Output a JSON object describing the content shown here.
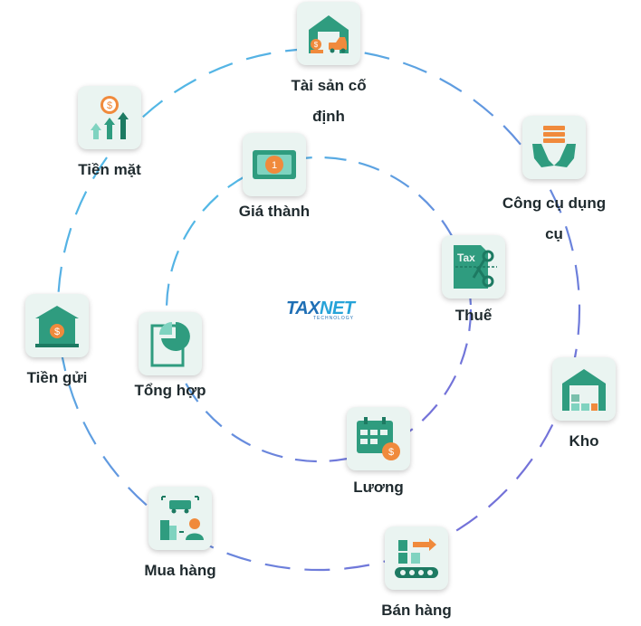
{
  "colors": {
    "teal": "#2f9c7f",
    "teal_dark": "#1d7a62",
    "orange": "#f08a3c",
    "ring_start": "#4cc6e8",
    "ring_end": "#7a63d6"
  },
  "logo": {
    "part1": "TAX",
    "part2": "NET",
    "subtitle": "TECHNOLOGY"
  },
  "outer_nodes": [
    {
      "label": "Tài sản cố",
      "label2": "định",
      "icon": "fixed-assets-icon"
    },
    {
      "label": "Công cụ dụng",
      "label2": "cụ",
      "icon": "tools-icon"
    },
    {
      "label": "Kho",
      "icon": "warehouse-icon"
    },
    {
      "label": "Bán hàng",
      "icon": "sales-icon"
    },
    {
      "label": "Mua hàng",
      "icon": "purchase-icon"
    },
    {
      "label": "Tiền gửi",
      "icon": "bank-deposit-icon"
    },
    {
      "label": "Tiền mặt",
      "icon": "cash-icon"
    }
  ],
  "inner_nodes": [
    {
      "label": "Giá thành",
      "icon": "cost-price-icon"
    },
    {
      "label": "Thuế",
      "icon": "tax-icon"
    },
    {
      "label": "Lương",
      "icon": "salary-icon"
    },
    {
      "label": "Tổng hợp",
      "icon": "summary-icon"
    }
  ]
}
